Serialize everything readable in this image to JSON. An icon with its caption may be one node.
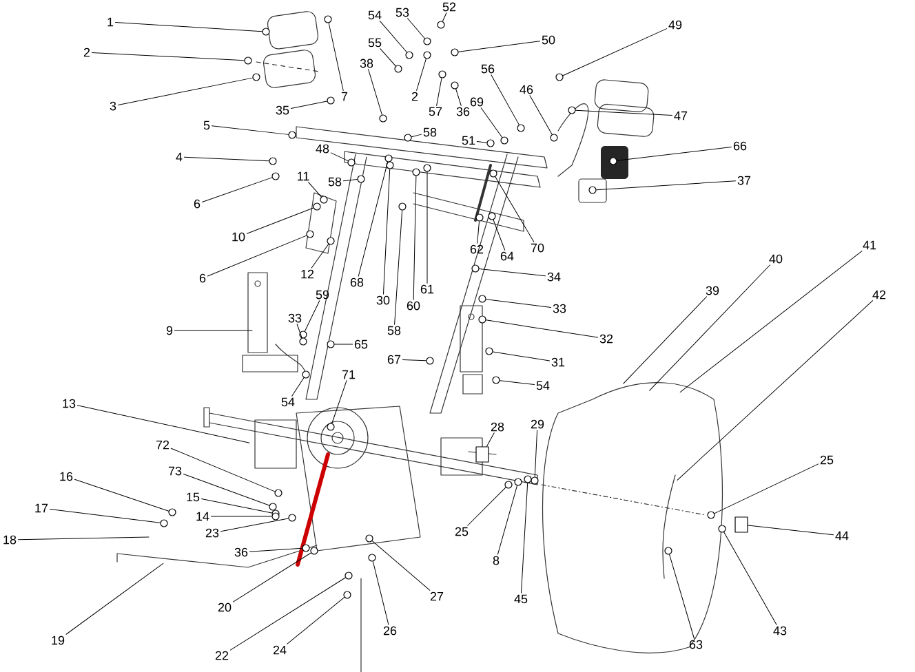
{
  "diagram": {
    "nodes": [
      {
        "text": [
          "1"
        ]
      },
      {
        "text": [
          "2"
        ]
      },
      {
        "text": [
          "3"
        ]
      },
      {
        "text": [
          "54"
        ]
      },
      {
        "text": [
          "53"
        ]
      },
      {
        "text": [
          "52"
        ]
      },
      {
        "text": [
          "55"
        ]
      },
      {
        "text": [
          "50"
        ]
      },
      {
        "text": [
          "49"
        ]
      },
      {
        "text": [
          "38"
        ]
      },
      {
        "text": [
          "56"
        ]
      },
      {
        "text": [
          "2"
        ]
      },
      {
        "text": [
          "7"
        ]
      },
      {
        "text": [
          "57"
        ]
      },
      {
        "text": [
          "36"
        ]
      },
      {
        "text": [
          "46"
        ]
      },
      {
        "text": [
          "69"
        ]
      },
      {
        "text": [
          "35"
        ]
      },
      {
        "text": [
          "47"
        ]
      },
      {
        "text": [
          "5"
        ]
      },
      {
        "text": [
          "58"
        ]
      },
      {
        "text": [
          "51"
        ]
      },
      {
        "text": [
          "66"
        ]
      },
      {
        "text": [
          "48"
        ]
      },
      {
        "text": [
          "4"
        ]
      },
      {
        "text": [
          "11"
        ]
      },
      {
        "text": [
          "58"
        ]
      },
      {
        "text": [
          "37"
        ]
      },
      {
        "text": [
          "6"
        ]
      },
      {
        "text": [
          "10"
        ]
      },
      {
        "text": [
          "70"
        ]
      },
      {
        "text": [
          "62"
        ]
      },
      {
        "text": [
          "64"
        ]
      },
      {
        "text": [
          "12"
        ]
      },
      {
        "text": [
          "6"
        ]
      },
      {
        "text": [
          "34"
        ]
      },
      {
        "text": [
          "68"
        ]
      },
      {
        "text": [
          "61"
        ]
      },
      {
        "text": [
          "41"
        ]
      },
      {
        "text": [
          "40"
        ]
      },
      {
        "text": [
          "39"
        ]
      },
      {
        "text": [
          "42"
        ]
      },
      {
        "text": [
          "59"
        ]
      },
      {
        "text": [
          "30"
        ]
      },
      {
        "text": [
          "60"
        ]
      },
      {
        "text": [
          "33"
        ]
      },
      {
        "text": [
          "33"
        ]
      },
      {
        "text": [
          "9"
        ]
      },
      {
        "text": [
          "58"
        ]
      },
      {
        "text": [
          "32"
        ]
      },
      {
        "text": [
          "65"
        ]
      },
      {
        "text": [
          "67"
        ]
      },
      {
        "text": [
          "31"
        ]
      },
      {
        "text": [
          "71"
        ]
      },
      {
        "text": [
          "54"
        ]
      },
      {
        "text": [
          "54"
        ]
      },
      {
        "text": [
          "13"
        ]
      },
      {
        "text": [
          "28"
        ]
      },
      {
        "text": [
          "29"
        ]
      },
      {
        "text": [
          "72"
        ]
      },
      {
        "text": [
          "25"
        ]
      },
      {
        "text": [
          "73"
        ]
      },
      {
        "text": [
          "16"
        ]
      },
      {
        "text": [
          "15"
        ]
      },
      {
        "text": [
          "17"
        ]
      },
      {
        "text": [
          "14"
        ]
      },
      {
        "text": [
          "25"
        ]
      },
      {
        "text": [
          "23"
        ]
      },
      {
        "text": [
          "44"
        ]
      },
      {
        "text": [
          "18"
        ]
      },
      {
        "text": [
          "36"
        ]
      },
      {
        "text": [
          "8"
        ]
      },
      {
        "text": [
          "27"
        ]
      },
      {
        "text": [
          "45"
        ]
      },
      {
        "text": [
          "20"
        ]
      },
      {
        "text": [
          "26"
        ]
      },
      {
        "text": [
          "43"
        ]
      },
      {
        "text": [
          "19"
        ]
      },
      {
        "text": [
          "63"
        ]
      },
      {
        "text": [
          "22"
        ]
      },
      {
        "text": [
          "24"
        ]
      },
      {
        "text": [],
        "shape": "circle"
      },
      {
        "text": [],
        "shape": "circle"
      },
      {
        "text": [],
        "shape": "circle"
      },
      {
        "text": [],
        "shape": "circle"
      },
      {
        "text": [],
        "shape": "circle"
      },
      {
        "text": [],
        "shape": "circle"
      },
      {
        "text": [],
        "shape": "circle"
      },
      {
        "text": [],
        "shape": "circle"
      },
      {
        "text": [],
        "shape": "circle"
      },
      {
        "text": [],
        "shape": "circle"
      },
      {
        "text": [],
        "shape": "circle"
      },
      {
        "text": [],
        "shape": "circle"
      },
      {
        "text": [],
        "shape": "circle"
      },
      {
        "text": [],
        "shape": "circle"
      },
      {
        "text": [],
        "shape": "circle"
      },
      {
        "text": [],
        "shape": "circle"
      },
      {
        "text": [],
        "shape": "circle"
      },
      {
        "text": [],
        "shape": "circle"
      },
      {
        "text": [],
        "shape": "circle"
      },
      {
        "text": [],
        "shape": "circle"
      },
      {
        "text": [],
        "shape": "circle"
      },
      {
        "text": [],
        "shape": "circle"
      },
      {
        "text": [],
        "shape": "circle"
      },
      {
        "text": [],
        "shape": "circle"
      },
      {
        "text": [],
        "shape": "circle"
      },
      {
        "text": [],
        "shape": "circle"
      },
      {
        "text": [],
        "shape": "circle"
      },
      {
        "text": [],
        "shape": "circle"
      },
      {
        "text": [],
        "shape": "circle"
      },
      {
        "text": [],
        "shape": "circle"
      },
      {
        "text": [],
        "shape": "circle"
      },
      {
        "text": [],
        "shape": "circle"
      },
      {
        "text": [],
        "shape": "circle"
      },
      {
        "text": [],
        "shape": "circle"
      },
      {
        "text": [],
        "shape": "circle"
      },
      {
        "text": [],
        "shape": "circle"
      },
      {
        "text": [],
        "shape": "circle"
      },
      {
        "text": [],
        "shape": "circle"
      },
      {
        "text": [],
        "shape": "circle"
      },
      {
        "text": [],
        "shape": "circle"
      },
      {
        "text": [],
        "shape": "circle"
      },
      {
        "text": [],
        "shape": "circle"
      },
      {
        "text": [],
        "shape": "circle"
      },
      {
        "text": [],
        "shape": "circle"
      },
      {
        "text": [],
        "shape": "circle"
      },
      {
        "text": [],
        "shape": "circle"
      },
      {
        "text": [],
        "shape": "circle"
      },
      {
        "text": [],
        "shape": "circle"
      },
      {
        "text": [],
        "shape": "circle"
      },
      {
        "text": [],
        "shape": "circle"
      },
      {
        "text": [],
        "shape": "circle"
      },
      {
        "text": [],
        "shape": "box"
      },
      {
        "text": [],
        "shape": "circle"
      },
      {
        "text": [],
        "shape": "circle"
      },
      {
        "text": [],
        "shape": "circle"
      },
      {
        "text": [],
        "shape": "circle"
      },
      {
        "text": [],
        "shape": "circle"
      },
      {
        "text": [],
        "shape": "circle"
      },
      {
        "text": [],
        "shape": "circle"
      },
      {
        "text": [],
        "shape": "circle"
      },
      {
        "text": [],
        "shape": "circle"
      },
      {
        "text": [],
        "shape": "circle"
      },
      {
        "text": [],
        "shape": "box"
      },
      {
        "text": [],
        "shape": "circle"
      },
      {
        "text": [],
        "shape": "circle"
      },
      {
        "text": [],
        "shape": "circle"
      },
      {
        "text": [],
        "shape": "circle"
      },
      {
        "text": [],
        "shape": "circle"
      },
      {
        "text": [],
        "shape": "circle"
      },
      {
        "text": [],
        "shape": "circle"
      },
      {
        "text": [],
        "shape": "circle"
      },
      {
        "text": [],
        "shape": "circle"
      },
      {
        "text": [],
        "shape": "circle"
      }
    ],
    "edges": [
      {
        "from": 0,
        "to": 81,
        "arrow": "none"
      },
      {
        "from": 1,
        "to": 82,
        "arrow": "none"
      },
      {
        "from": 2,
        "to": 83,
        "arrow": "none"
      },
      {
        "from": 3,
        "to": 84,
        "arrow": "none"
      },
      {
        "from": 4,
        "to": 85,
        "arrow": "none"
      },
      {
        "from": 5,
        "to": 86,
        "arrow": "none"
      },
      {
        "from": 6,
        "to": 87,
        "arrow": "none"
      },
      {
        "from": 7,
        "to": 88,
        "arrow": "none"
      },
      {
        "from": 8,
        "to": 89,
        "arrow": "none"
      },
      {
        "from": 9,
        "to": 90,
        "arrow": "none"
      },
      {
        "from": 10,
        "to": 91,
        "arrow": "none"
      },
      {
        "from": 11,
        "to": 92,
        "arrow": "none"
      },
      {
        "from": 12,
        "to": 93,
        "arrow": "none"
      },
      {
        "from": 13,
        "to": 94,
        "arrow": "none"
      },
      {
        "from": 14,
        "to": 95,
        "arrow": "none"
      },
      {
        "from": 15,
        "to": 96,
        "arrow": "none"
      },
      {
        "from": 16,
        "to": 97,
        "arrow": "none"
      },
      {
        "from": 17,
        "to": 98,
        "arrow": "none"
      },
      {
        "from": 18,
        "to": 99,
        "arrow": "none"
      },
      {
        "from": 19,
        "to": 100,
        "arrow": "none"
      },
      {
        "from": 20,
        "to": 101,
        "arrow": "none"
      },
      {
        "from": 21,
        "to": 102,
        "arrow": "none"
      },
      {
        "from": 22,
        "to": 103,
        "arrow": "none"
      },
      {
        "from": 23,
        "to": 104,
        "arrow": "none"
      },
      {
        "from": 24,
        "to": 105,
        "arrow": "none"
      },
      {
        "from": 25,
        "to": 106,
        "arrow": "none"
      },
      {
        "from": 26,
        "to": 107,
        "arrow": "none"
      },
      {
        "from": 27,
        "to": 108,
        "arrow": "none"
      },
      {
        "from": 28,
        "to": 109,
        "arrow": "none"
      },
      {
        "from": 29,
        "to": 110,
        "arrow": "none"
      },
      {
        "from": 30,
        "to": 111,
        "arrow": "none"
      },
      {
        "from": 31,
        "to": 112,
        "arrow": "none"
      },
      {
        "from": 32,
        "to": 113,
        "arrow": "none"
      },
      {
        "from": 33,
        "to": 114,
        "arrow": "none"
      },
      {
        "from": 34,
        "to": 115,
        "arrow": "none"
      },
      {
        "from": 35,
        "to": 116,
        "arrow": "none"
      },
      {
        "from": 36,
        "to": 117,
        "arrow": "none"
      },
      {
        "from": 37,
        "to": 118,
        "arrow": "none"
      },
      {
        "from": 38,
        "to": null,
        "arrow": "none"
      },
      {
        "from": 39,
        "to": null,
        "arrow": "none"
      },
      {
        "from": 40,
        "to": null,
        "arrow": "none"
      },
      {
        "from": 41,
        "to": null,
        "arrow": "none"
      },
      {
        "from": 42,
        "to": 119,
        "arrow": "none"
      },
      {
        "from": 43,
        "to": 120,
        "arrow": "none"
      },
      {
        "from": 44,
        "to": 121,
        "arrow": "none"
      },
      {
        "from": 45,
        "to": 122,
        "arrow": "none"
      },
      {
        "from": 46,
        "to": 123,
        "arrow": "none"
      },
      {
        "from": 47,
        "to": null,
        "arrow": "none"
      },
      {
        "from": 48,
        "to": 124,
        "arrow": "none"
      },
      {
        "from": 49,
        "to": 125,
        "arrow": "none"
      },
      {
        "from": 50,
        "to": 126,
        "arrow": "none"
      },
      {
        "from": 51,
        "to": 127,
        "arrow": "none"
      },
      {
        "from": 52,
        "to": 128,
        "arrow": "none"
      },
      {
        "from": 53,
        "to": 129,
        "arrow": "none"
      },
      {
        "from": 54,
        "to": 130,
        "arrow": "none"
      },
      {
        "from": 55,
        "to": 131,
        "arrow": "none"
      },
      {
        "from": 56,
        "to": null,
        "arrow": "none"
      },
      {
        "from": 57,
        "to": 132,
        "arrow": "none"
      },
      {
        "from": 58,
        "to": 133,
        "arrow": "none"
      },
      {
        "from": 59,
        "to": 134,
        "arrow": "none"
      },
      {
        "from": 60,
        "to": 135,
        "arrow": "none"
      },
      {
        "from": 61,
        "to": 136,
        "arrow": "none"
      },
      {
        "from": 62,
        "to": 137,
        "arrow": "none"
      },
      {
        "from": 63,
        "to": 138,
        "arrow": "none"
      },
      {
        "from": 64,
        "to": 139,
        "arrow": "none"
      },
      {
        "from": 65,
        "to": 140,
        "arrow": "none"
      },
      {
        "from": 66,
        "to": 141,
        "arrow": "none"
      },
      {
        "from": 67,
        "to": 142,
        "arrow": "none"
      },
      {
        "from": 68,
        "to": 143,
        "arrow": "none"
      },
      {
        "from": 69,
        "to": null,
        "arrow": "none"
      },
      {
        "from": 70,
        "to": 144,
        "arrow": "none"
      },
      {
        "from": 71,
        "to": 145,
        "arrow": "none"
      },
      {
        "from": 72,
        "to": 146,
        "arrow": "none"
      },
      {
        "from": 73,
        "to": 147,
        "arrow": "none"
      },
      {
        "from": 74,
        "to": 148,
        "arrow": "none"
      },
      {
        "from": 75,
        "to": 149,
        "arrow": "none"
      },
      {
        "from": 76,
        "to": 150,
        "arrow": "none"
      },
      {
        "from": 77,
        "to": null,
        "arrow": "none"
      },
      {
        "from": 78,
        "to": 151,
        "arrow": "none"
      },
      {
        "from": 79,
        "to": 152,
        "arrow": "none"
      },
      {
        "from": 80,
        "to": 153,
        "arrow": "none"
      }
    ]
  }
}
